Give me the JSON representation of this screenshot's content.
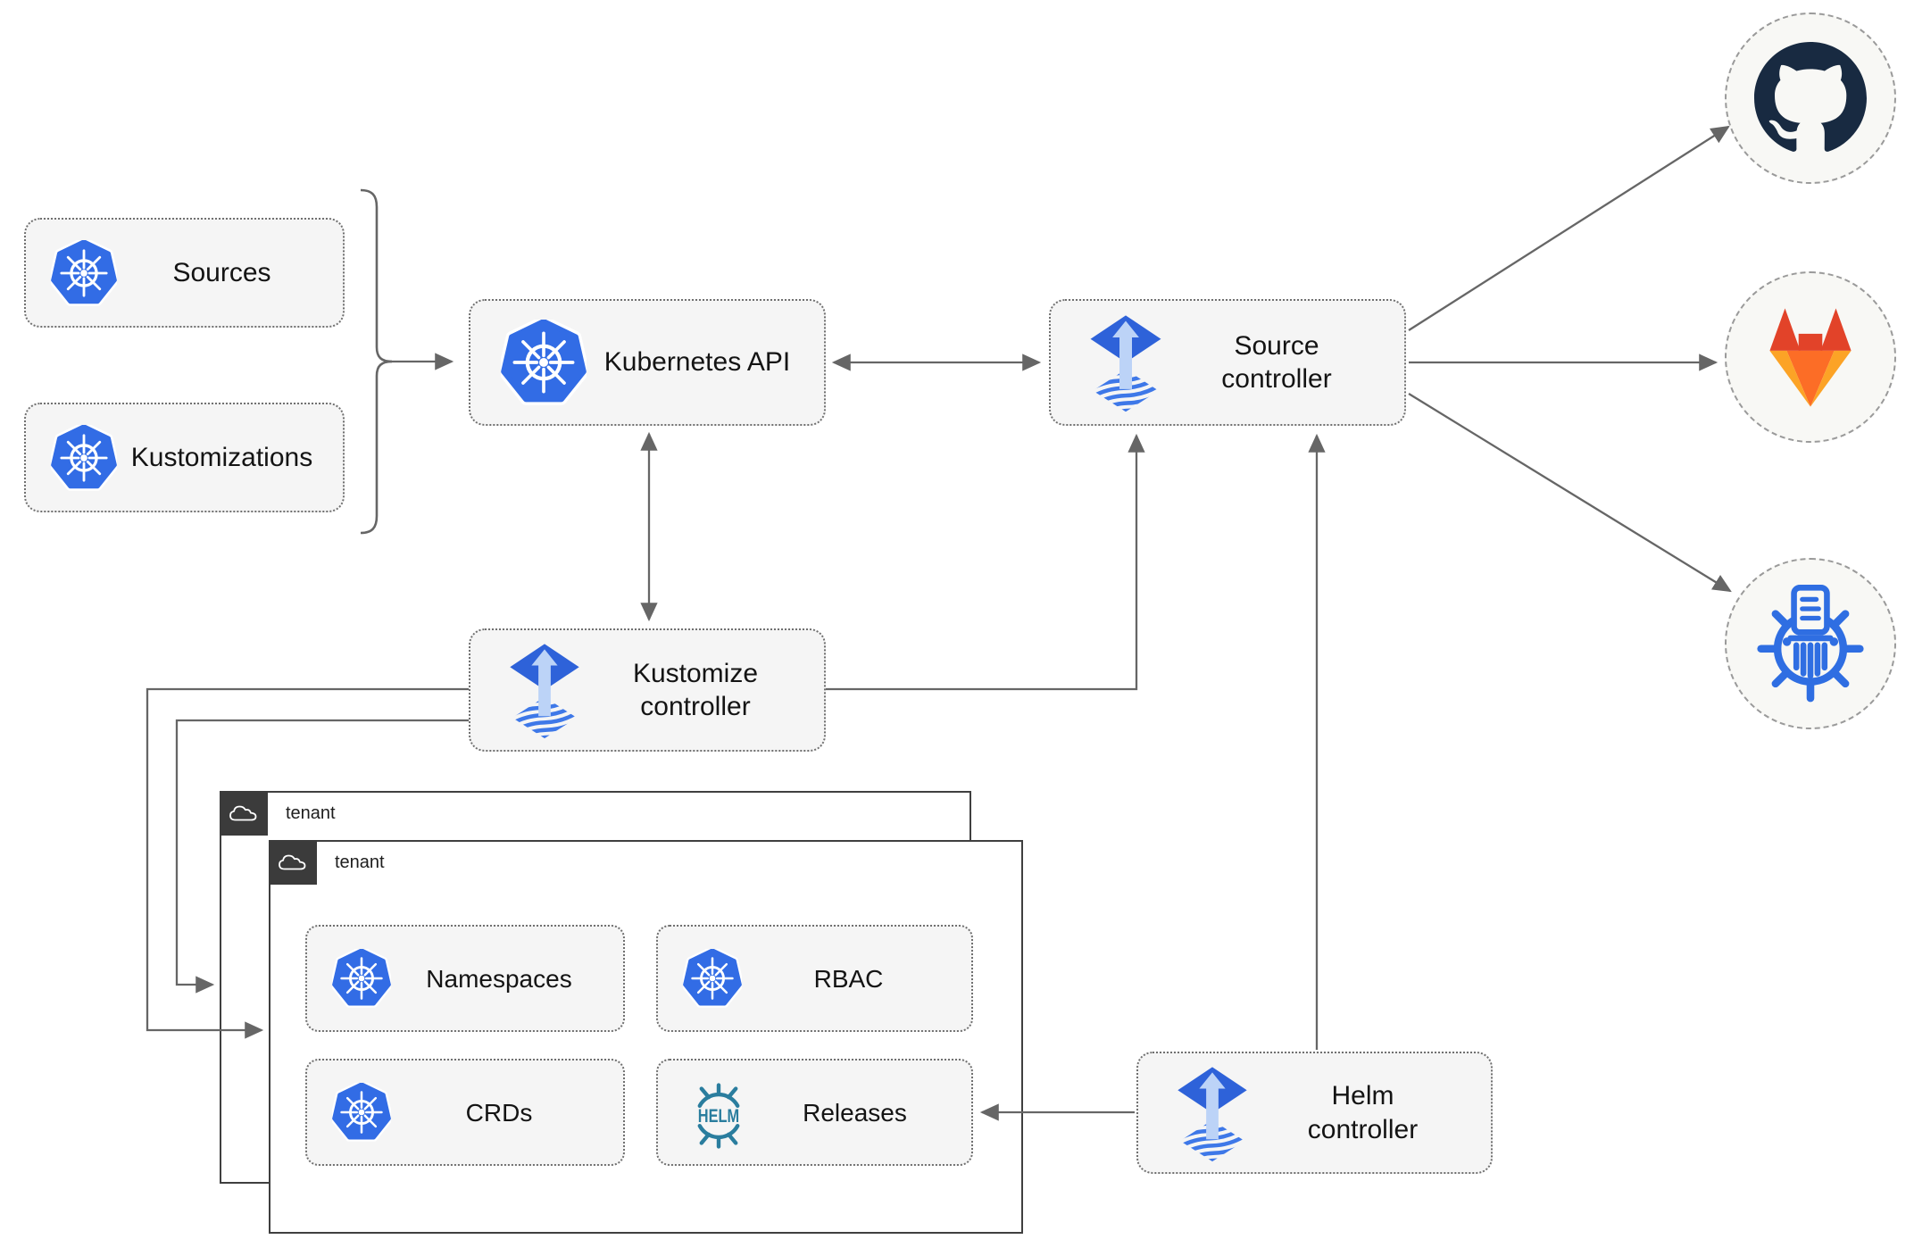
{
  "nodes": {
    "sources": {
      "label": "Sources",
      "icon": "kubernetes"
    },
    "kustomizations": {
      "label": "Kustomizations",
      "icon": "kubernetes"
    },
    "kubernetes_api": {
      "label": "Kubernetes API",
      "icon": "kubernetes"
    },
    "source_controller": {
      "label": "Source controller",
      "icon": "flux"
    },
    "kustomize_controller": {
      "label": "Kustomize controller",
      "icon": "flux"
    },
    "helm_controller": {
      "label": "Helm controller",
      "icon": "flux"
    },
    "tenant_back": {
      "label": "tenant",
      "icon": "cloud"
    },
    "tenant_front": {
      "label": "tenant",
      "icon": "cloud"
    },
    "namespaces": {
      "label": "Namespaces",
      "icon": "kubernetes"
    },
    "rbac": {
      "label": "RBAC",
      "icon": "kubernetes"
    },
    "crds": {
      "label": "CRDs",
      "icon": "kubernetes"
    },
    "releases": {
      "label": "Releases",
      "icon": "helm"
    }
  },
  "endpoints": {
    "github": {
      "icon": "github-logo"
    },
    "gitlab": {
      "icon": "gitlab-logo"
    },
    "chartmuseum": {
      "icon": "chartmuseum-logo"
    }
  },
  "colors": {
    "kubernetes_blue": "#326ce5",
    "flux_blue": "#2e62d9",
    "flux_light": "#bcd3f7",
    "helm_teal": "#2a7d9e",
    "github_dark": "#182a41",
    "gitlab_red": "#e24329",
    "gitlab_orange": "#fc6d26",
    "gitlab_yellow": "#fca326",
    "chartmuseum_blue": "#2f6ee2",
    "line_gray": "#666666",
    "node_fill": "#f5f5f5",
    "tenant_border": "#3f3f3f"
  }
}
